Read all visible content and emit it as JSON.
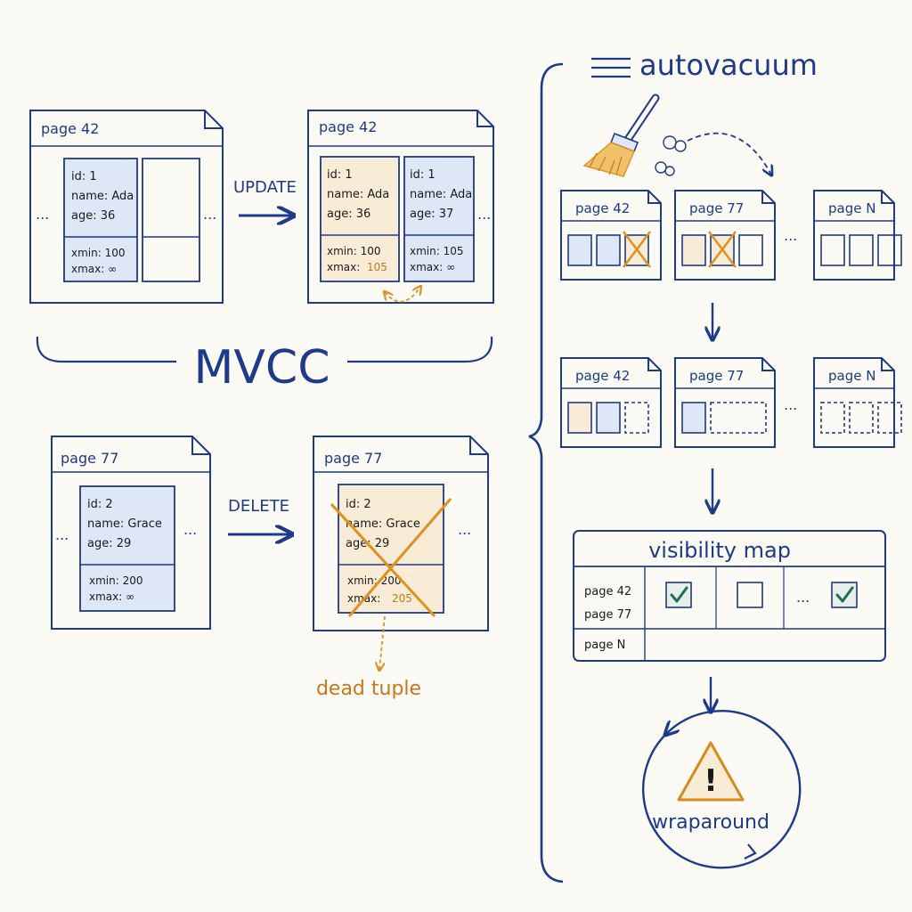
{
  "colors": {
    "ink": "#1e3a8a",
    "blue_fill": "#dde7f6",
    "amber_fill": "#f8ecd6",
    "amber": "#e0901c",
    "orange_text": "#c8771a",
    "check": "#1f6f5c",
    "paper": "#fbfaf4"
  },
  "icons": [
    "broom-icon",
    "dust-cloud-icon",
    "warning-triangle-icon",
    "cycle-arrows-icon",
    "cross-mark-icon",
    "check-mark-icon",
    "menu-lines-icon"
  ],
  "mvcc": {
    "title": "MVCC",
    "update": {
      "action": "UPDATE",
      "before": {
        "page": "page 42",
        "tuple": [
          "id: 1",
          "name: Ada",
          "age: 36"
        ],
        "xmin": "xmin: 100",
        "xmax": "xmax: ∞",
        "ellipsis": "..."
      },
      "after": {
        "page": "page 42",
        "old_tuple": [
          "id: 1",
          "name: Ada",
          "age: 36"
        ],
        "old_xmin": "xmin: 100",
        "old_xmax_label": "xmax:",
        "old_xmax_value": "105",
        "new_tuple": [
          "id: 1",
          "name: Ada",
          "age: 37"
        ],
        "new_xmin": "xmin: 105",
        "new_xmax": "xmax: ∞",
        "ellipsis": "..."
      }
    },
    "delete": {
      "action": "DELETE",
      "before": {
        "page": "page 77",
        "tuple": [
          "id: 2",
          "name: Grace",
          "age: 29"
        ],
        "xmin": "xmin: 200",
        "xmax": "xmax: ∞",
        "ellipsis": "..."
      },
      "after": {
        "page": "page 77",
        "tuple": [
          "id: 2",
          "name: Grace",
          "age: 29"
        ],
        "xmin": "xmin: 200",
        "xmax_label": "xmax:",
        "xmax_value": "205",
        "ellipsis": "..."
      },
      "dead_label": "dead tuple"
    }
  },
  "autovacuum": {
    "title": "autovacuum",
    "before_pages": [
      {
        "label": "page 42",
        "slots": [
          "blue",
          "blue",
          "dead"
        ]
      },
      {
        "label": "page 77",
        "slots": [
          "amber",
          "dead",
          "empty"
        ]
      },
      {
        "label": "page N",
        "slots": [
          "empty",
          "empty",
          "empty"
        ]
      }
    ],
    "after_pages": [
      {
        "label": "page 42",
        "slots": [
          "amber",
          "blue",
          "free"
        ]
      },
      {
        "label": "page 77",
        "slots": [
          "blue",
          "free-wide"
        ]
      },
      {
        "label": "page N",
        "slots": [
          "free",
          "free",
          "free"
        ]
      }
    ],
    "ellipsis": "...",
    "visibility_map": {
      "title": "visibility map",
      "row_labels": [
        "page 42",
        "page 77"
      ],
      "last_row_label": "page N",
      "cells": [
        true,
        false,
        true
      ],
      "ellipsis": "..."
    },
    "wraparound": {
      "label": "wraparound",
      "warning": "!"
    }
  }
}
